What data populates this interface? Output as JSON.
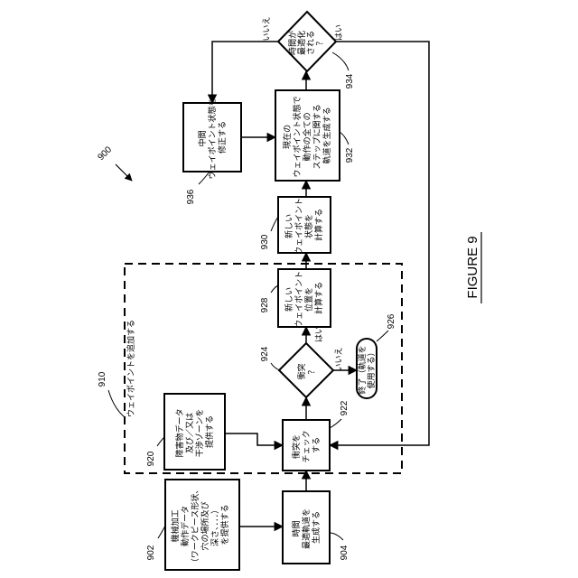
{
  "figure": {
    "number_label": "900",
    "caption": "FIGURE 9"
  },
  "group": {
    "label": "ウェイポイントを追加する",
    "ref": "910"
  },
  "boxes": {
    "b902": {
      "lines": [
        "機械加工",
        "動作データ",
        "（ワークピース形状、",
        "穴の場所及び",
        "深さ、．．．）",
        "を提供する"
      ],
      "ref": "902"
    },
    "b904": {
      "lines": [
        "時間",
        "最適軌道を",
        "生成する"
      ],
      "ref": "904"
    },
    "b920": {
      "lines": [
        "障害物データ",
        "及び／又は",
        "干渉ゾーンを",
        "提供する"
      ],
      "ref": "920"
    },
    "b922": {
      "lines": [
        "衝突を",
        "チェック",
        "する"
      ],
      "ref": "922"
    },
    "b924": {
      "lines": [
        "衝突",
        "？"
      ],
      "ref": "924"
    },
    "b926": {
      "lines": [
        "終了（軌道を",
        "使用する）"
      ],
      "ref": "926"
    },
    "b928": {
      "lines": [
        "新しい",
        "ウェイポイント",
        "位置を",
        "計算する"
      ],
      "ref": "928"
    },
    "b930": {
      "lines": [
        "新しい",
        "ウェイポイント",
        "状態を",
        "計算する"
      ],
      "ref": "930"
    },
    "b932": {
      "lines": [
        "現在の",
        "ウェイポイント状態で",
        "動作の全ての",
        "ステップに関する",
        "軌道を生成する"
      ],
      "ref": "932"
    },
    "b934": {
      "lines": [
        "時間が",
        "最適化",
        "される",
        "？"
      ],
      "ref": "934"
    },
    "b936": {
      "lines": [
        "中間",
        "ウェイポイント状態を",
        "修正する"
      ],
      "ref": "936"
    }
  },
  "edge_labels": {
    "d924_yes": "はい",
    "d924_no": "いいえ",
    "d934_yes": "はい",
    "d934_no": "いいえ"
  }
}
